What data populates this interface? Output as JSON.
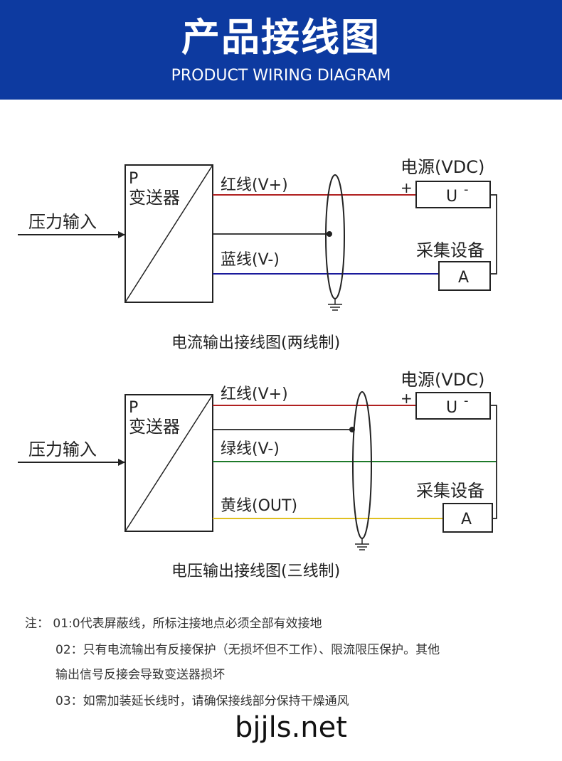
{
  "header": {
    "title": "产品接线图",
    "subtitle": "PRODUCT WIRING DIAGRAM"
  },
  "diagram1": {
    "caption": "电流输出接线图(两线制)",
    "input_label": "压力输入",
    "transmitter_p": "P",
    "transmitter_name": "变送器",
    "wire_red": "红线(V+)",
    "wire_blue": "蓝线(V-)",
    "power_label": "电源(VDC)",
    "plus_sign": "+",
    "power_box": "U",
    "power_minus": "-",
    "acq_label": "采集设备",
    "acq_box": "A"
  },
  "diagram2": {
    "caption": "电压输出接线图(三线制)",
    "input_label": "压力输入",
    "transmitter_p": "P",
    "transmitter_name": "变送器",
    "wire_red": "红线(V+)",
    "wire_green": "绿线(V-)",
    "wire_yellow": "黄线(OUT)",
    "power_label": "电源(VDC)",
    "plus_sign": "+",
    "power_box": "U",
    "power_minus": "-",
    "acq_label": "采集设备",
    "acq_box": "A"
  },
  "colors": {
    "header_bg": "#0d3aa0",
    "wire_red": "#b02020",
    "wire_blue": "#1a1a9c",
    "wire_green": "#1e7a2a",
    "wire_yellow": "#e0c020"
  },
  "notes": {
    "line1": "注：  01:0代表屏蔽线，所标注接地点必须全部有效接地",
    "line2": "02：只有电流输出有反接保护（无损坏但不工作）、限流限压保护。其他",
    "line3": "输出信号反接会导致变送器损坏",
    "line4": "03：如需加装延长线时，请确保接线部分保持干燥通风"
  },
  "watermark": "bjjls.net"
}
